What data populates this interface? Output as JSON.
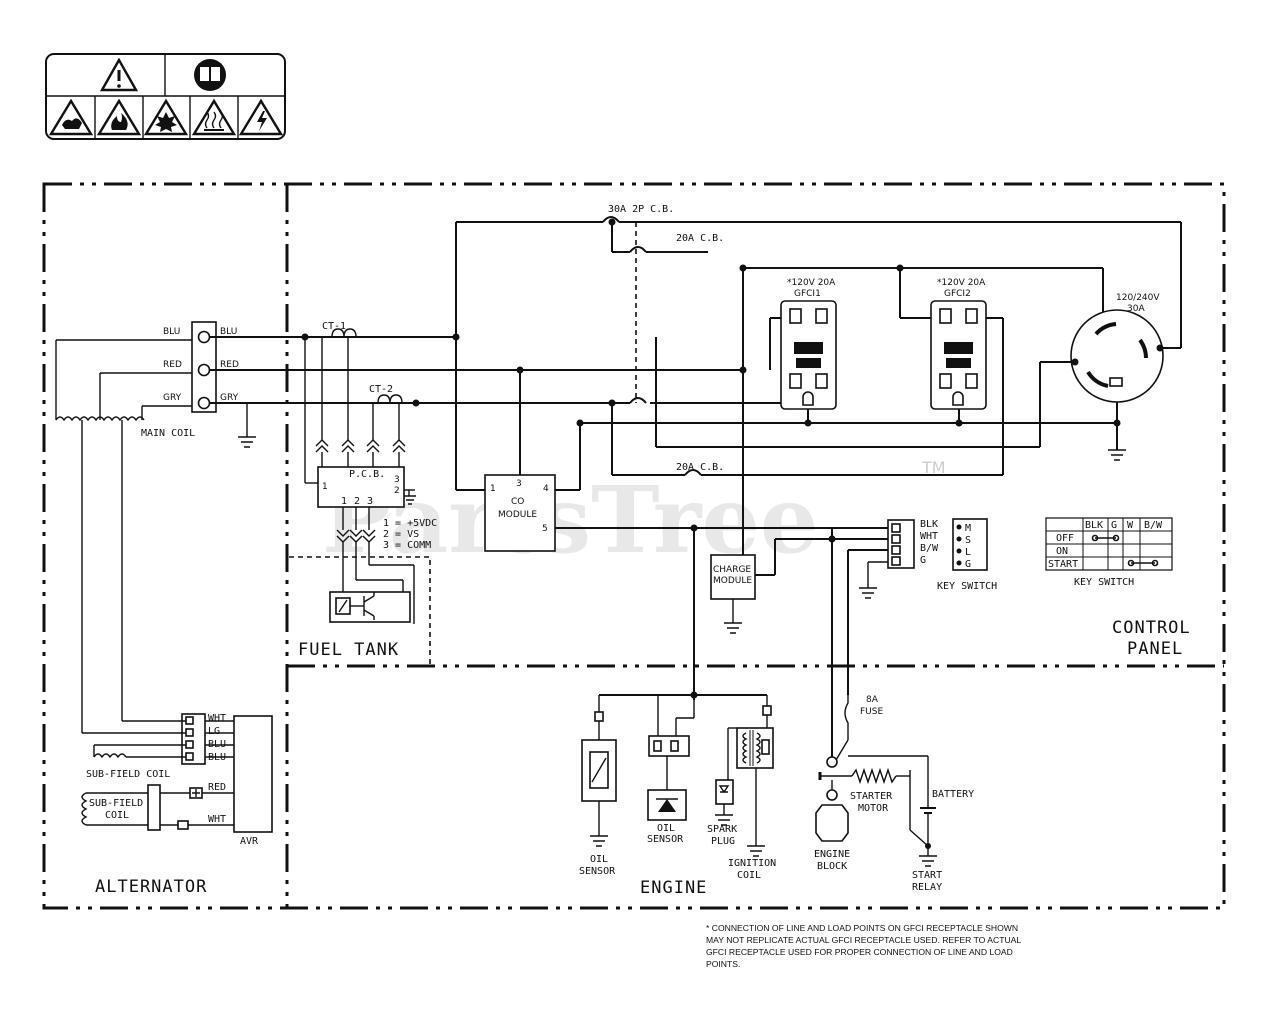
{
  "watermark": {
    "text": "PartsTree",
    "tm": "TM"
  },
  "sections": {
    "alternator": "ALTERNATOR",
    "engine": "ENGINE",
    "fuel_tank": "FUEL TANK",
    "control_panel_1": "CONTROL",
    "control_panel_2": "PANEL"
  },
  "main_coil": {
    "label": "MAIN COIL",
    "terminals": [
      "BLU",
      "RED",
      "GRY"
    ]
  },
  "current_transformers": [
    "CT-1",
    "CT-2"
  ],
  "pcb": {
    "label": "P.C.B.",
    "pins": [
      "1",
      "2",
      "3",
      "1",
      "2",
      "3"
    ],
    "legend": [
      "1 = +5VDC",
      "2 = VS",
      "3 = COMM"
    ]
  },
  "co_module": {
    "label_1": "CO",
    "label_2": "MODULE",
    "pins": [
      "1",
      "3",
      "4",
      "5"
    ]
  },
  "charge_module": {
    "label_1": "CHARGE",
    "label_2": "MODULE"
  },
  "breakers": [
    "30A 2P C.B.",
    "20A C.B.",
    "20A C.B."
  ],
  "gfci": [
    {
      "line1": "*120V 20A",
      "line2": "GFCI1"
    },
    {
      "line1": "*120V 20A",
      "line2": "GFCI2"
    }
  ],
  "twist_lock": {
    "line1": "120/240V",
    "line2": "30A"
  },
  "key_switch": {
    "label": "KEY SWITCH",
    "wires": [
      "BLK",
      "WHT",
      "B/W",
      "G"
    ],
    "terminals": [
      "M",
      "S",
      "L",
      "G"
    ]
  },
  "key_switch_table": {
    "headers": [
      "BLK",
      "G",
      "W",
      "B/W"
    ],
    "rows": [
      "OFF",
      "ON",
      "START"
    ],
    "label": "KEY SWITCH"
  },
  "avr": {
    "label": "AVR",
    "wires": [
      "WHT",
      "LG",
      "BLU",
      "BLU",
      "RED",
      "WHT"
    ],
    "sub_field_coil_1": "SUB-FIELD COIL",
    "sub_field_coil_2a": "SUB-FIELD",
    "sub_field_coil_2b": "COIL"
  },
  "engine_parts": {
    "oil_sensor_1_a": "OIL",
    "oil_sensor_1_b": "SENSOR",
    "oil_sensor_2_a": "OIL",
    "oil_sensor_2_b": "SENSOR",
    "spark_plug_a": "SPARK",
    "spark_plug_b": "PLUG",
    "ignition_coil_a": "IGNITION",
    "ignition_coil_b": "COIL",
    "fuse_a": "8A",
    "fuse_b": "FUSE",
    "starter_motor_a": "STARTER",
    "starter_motor_b": "MOTOR",
    "battery": "BATTERY",
    "engine_block_a": "ENGINE",
    "engine_block_b": "BLOCK",
    "start_relay_a": "START",
    "start_relay_b": "RELAY"
  },
  "footnote": [
    "* CONNECTION OF LINE AND LOAD POINTS ON GFCI RECEPTACLE SHOWN",
    "MAY NOT REPLICATE ACTUAL GFCI RECEPTACLE USED. REFER TO ACTUAL",
    "GFCI RECEPTACLE USED FOR PROPER CONNECTION OF LINE AND LOAD",
    "POINTS."
  ],
  "safety_icons": [
    "warning-icon",
    "manual-icon",
    "toxic-fumes-icon",
    "fire-icon",
    "explosion-icon",
    "hot-surface-icon",
    "electric-shock-icon"
  ]
}
